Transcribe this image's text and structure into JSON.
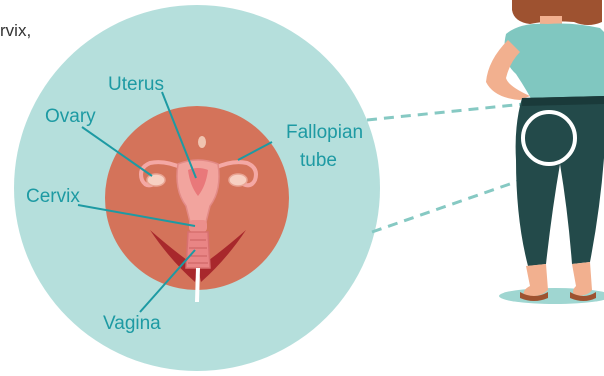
{
  "top_text": "rvix,",
  "labels": {
    "uterus": "Uterus",
    "ovary": "Ovary",
    "fallopian_line1": "Fallopian",
    "fallopian_line2": "tube",
    "cervix": "Cervix",
    "vagina": "Vagina"
  },
  "colors": {
    "big_circle": "#b5dfdc",
    "inner_circle": "#d4735a",
    "label_teal": "#1d9aa3",
    "pants": "#234a4a",
    "shirt": "#80c7c0",
    "skin": "#f2b08f",
    "hair": "#9e5230"
  }
}
